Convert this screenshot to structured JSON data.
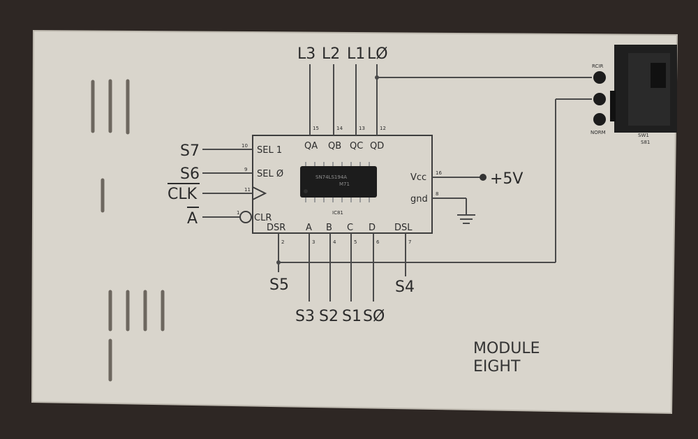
{
  "module": {
    "title_line1": "MODULE",
    "title_line2": "EIGHT"
  },
  "chip": {
    "ref": "IC81",
    "marking_line1": "SN74LS194A",
    "marking_line2": "M71",
    "pins": {
      "sel1": "SEL 1",
      "sel0": "SEL Ø",
      "clr": "CLR",
      "dsr": "DSR",
      "dsl": "DSL",
      "a": "A",
      "b": "B",
      "c": "C",
      "d": "D",
      "qa": "QA",
      "qb": "QB",
      "qc": "QC",
      "qd": "QD",
      "vcc": "Vcc",
      "gnd": "gnd"
    },
    "pin_numbers": {
      "qa": "15",
      "qb": "14",
      "qc": "13",
      "qd": "12",
      "sel1": "10",
      "sel0": "9",
      "clk": "11",
      "clr": "1",
      "vcc": "16",
      "gnd": "8",
      "dsr": "2",
      "a": "3",
      "b": "4",
      "c": "5",
      "d": "6",
      "dsl": "7"
    }
  },
  "signals": {
    "l3": "L3",
    "l2": "L2",
    "l1": "L1",
    "l0": "LØ",
    "s7": "S7",
    "s6": "S6",
    "clk": "CLK",
    "a_bar": "A",
    "s5": "S5",
    "s4": "S4",
    "s3": "S3",
    "s2": "S2",
    "s1": "S1",
    "s0": "SØ",
    "vplus": "+5V"
  },
  "switch": {
    "name": "SW1",
    "ref": "S81",
    "pos_top": "RCIR",
    "pos_bottom": "NORM"
  },
  "colors": {
    "board": "#d9d5cc",
    "trace": "#4a4a4a",
    "ink": "#2b2b2b",
    "ic_body": "#1c1c1c",
    "switch_body": "#1f1f1f"
  }
}
